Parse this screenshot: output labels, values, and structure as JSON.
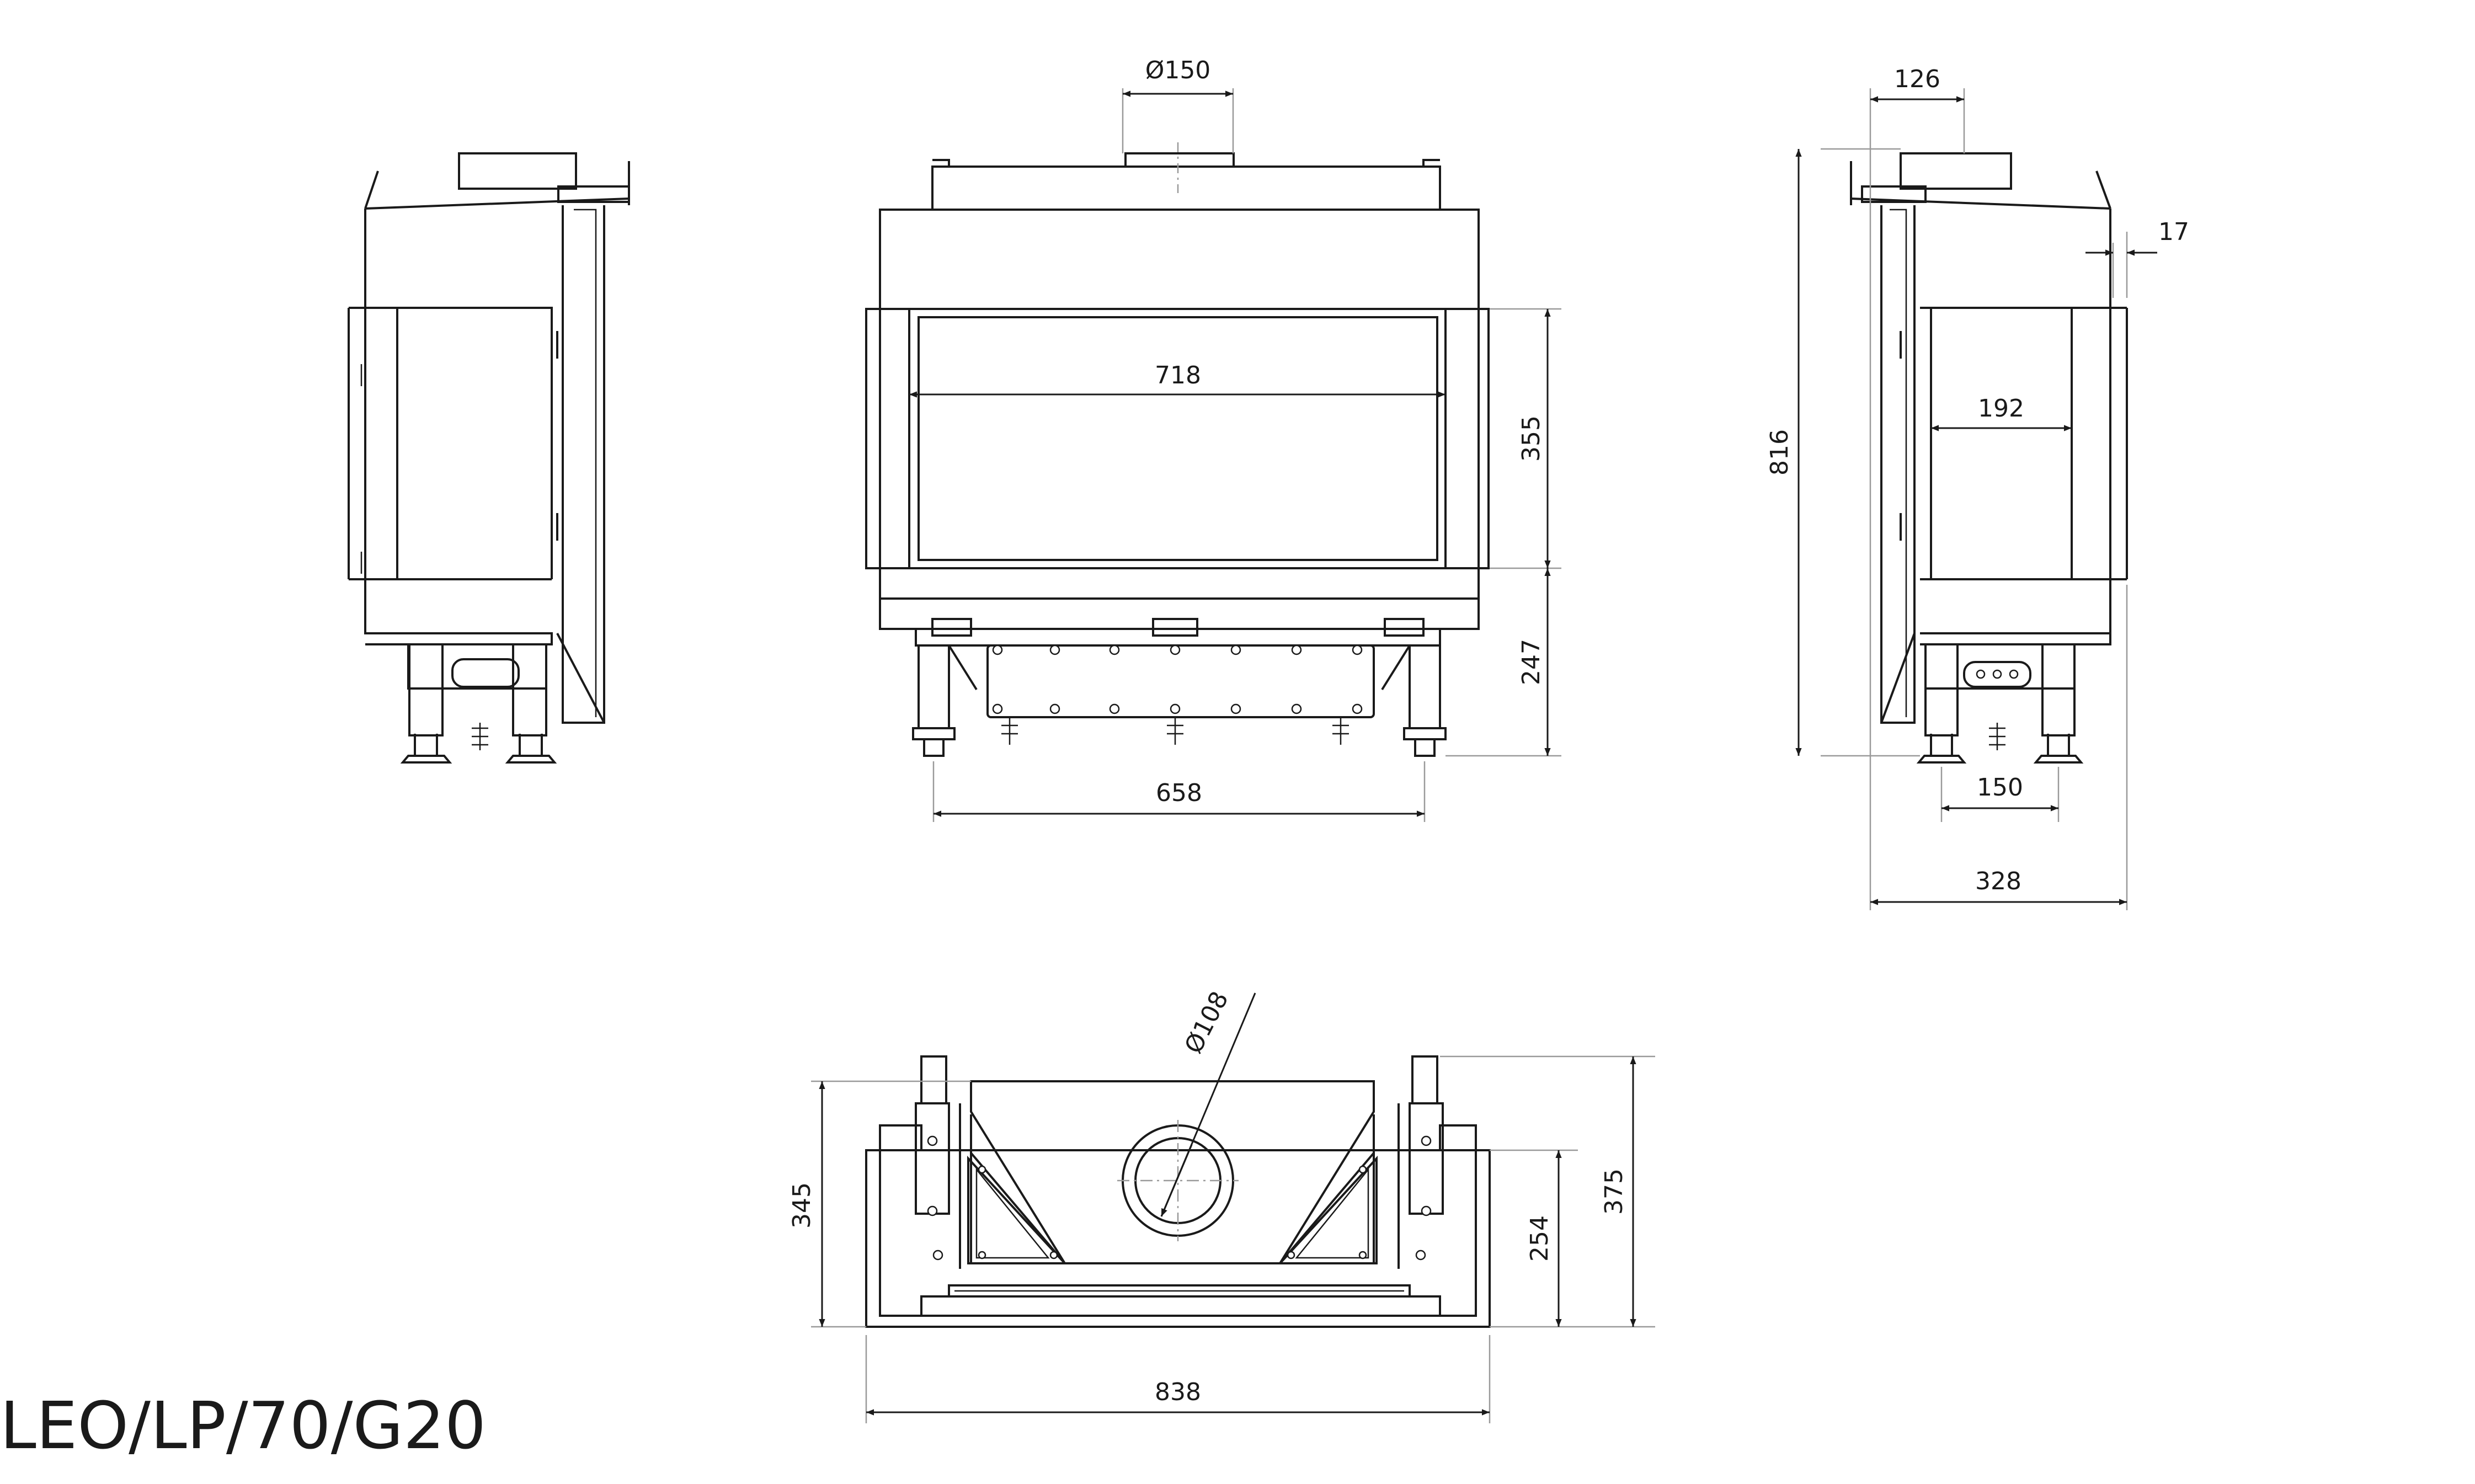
{
  "title": "LEO/LP/70/G20",
  "dimensions": {
    "flue_diameter": "Ø150",
    "flue_offset": "126",
    "side_offset": "17",
    "glass_width": "718",
    "glass_height": "355",
    "base_height": "247",
    "leg_span": "658",
    "total_height": "816",
    "side_glass_width": "192",
    "side_leg_span": "150",
    "total_depth": "328",
    "top_flue_diameter": "Ø108",
    "top_total_width": "838",
    "top_depth_345": "345",
    "top_depth_254": "254",
    "top_depth_375": "375"
  }
}
